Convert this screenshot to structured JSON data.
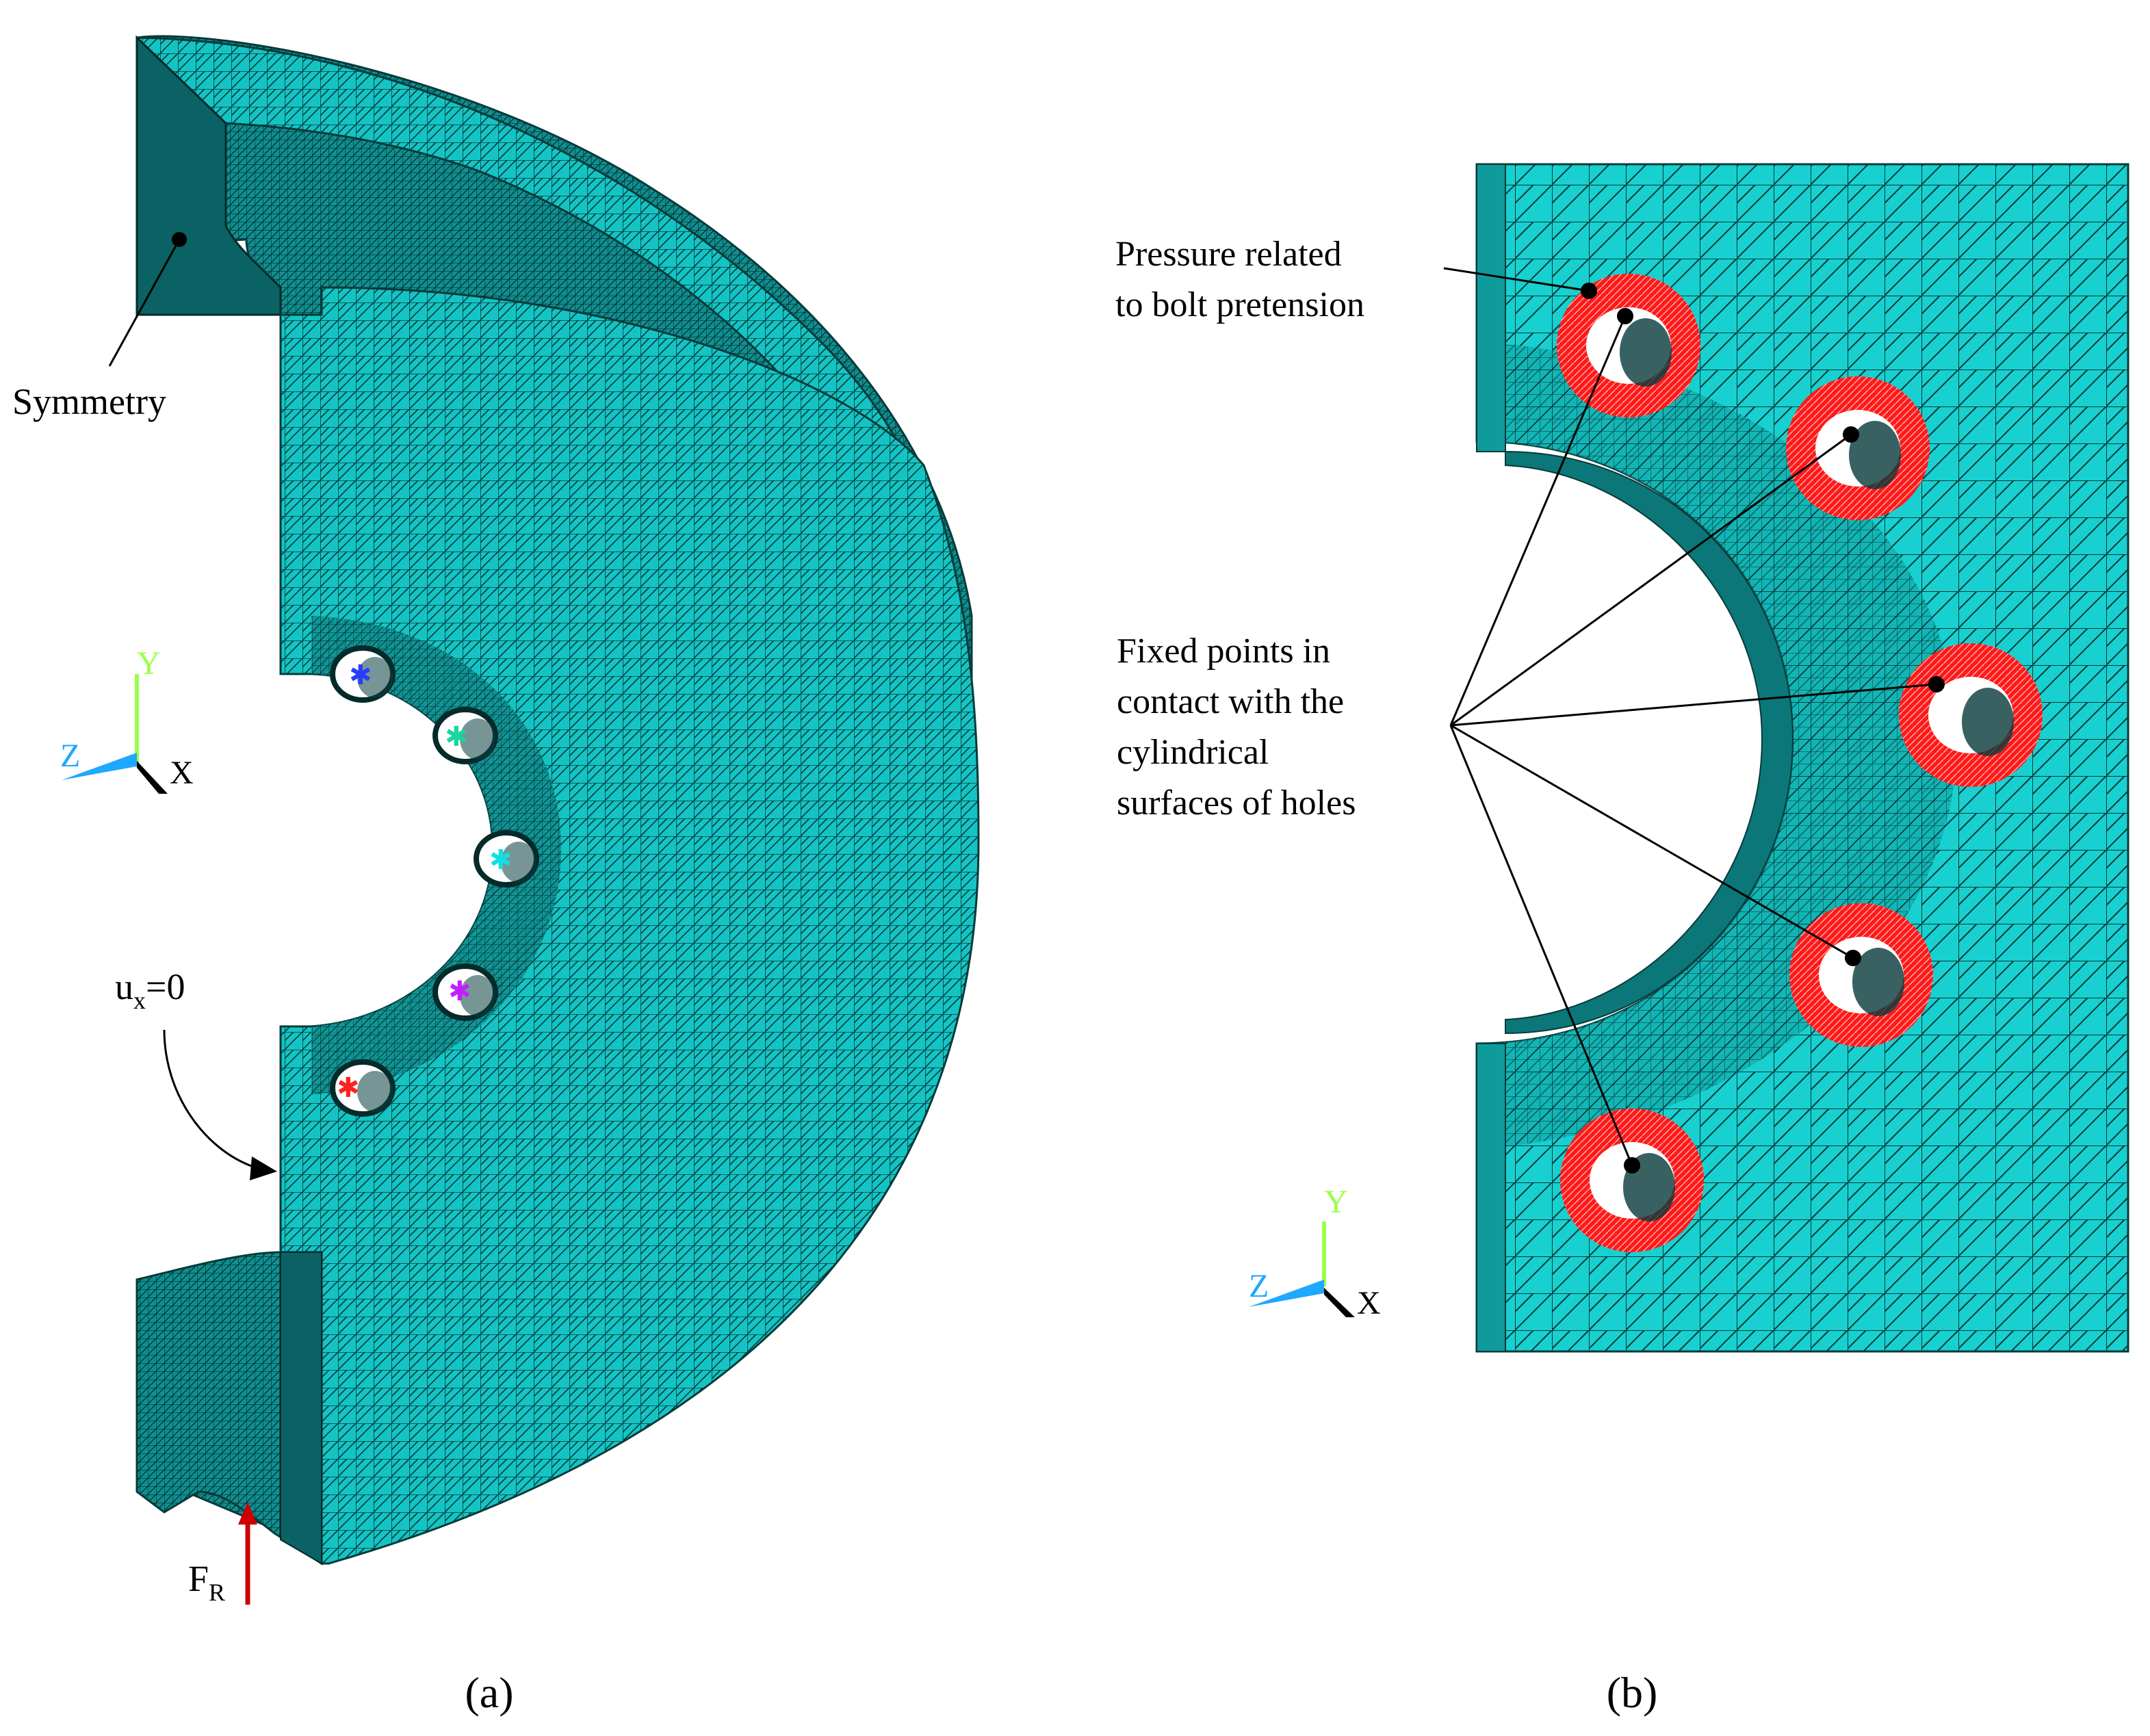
{
  "colors": {
    "mesh_fill": "#14c4c4",
    "mesh_dark": "#0a6f70",
    "mesh_line": "#083a3a",
    "pressure": "#ff1a1a",
    "force_arrow": "#cc0000",
    "axis_y": "#9aff4a",
    "axis_z": "#1fa8ff",
    "axis_x": "#000000"
  },
  "panel_a": {
    "caption": "(a)",
    "symmetry_label": "Symmetry",
    "ux_label_main": "u",
    "ux_label_sub": "x",
    "ux_label_rest": "=0",
    "force_label_main": "F",
    "force_label_sub": "R",
    "axis": {
      "y": "Y",
      "z": "Z",
      "x": "X"
    },
    "hole_marker_colors": [
      "#2a3bff",
      "#1ad6a0",
      "#10e0e0",
      "#c020ff",
      "#ff2020"
    ]
  },
  "panel_b": {
    "caption": "(b)",
    "pressure_label_lines": [
      "Pressure related",
      "to bolt pretension"
    ],
    "fixed_label_lines": [
      "Fixed points in",
      "contact with the",
      "cylindrical",
      "surfaces of holes"
    ],
    "axis": {
      "y": "Y",
      "z": "Z",
      "x": "X"
    }
  }
}
